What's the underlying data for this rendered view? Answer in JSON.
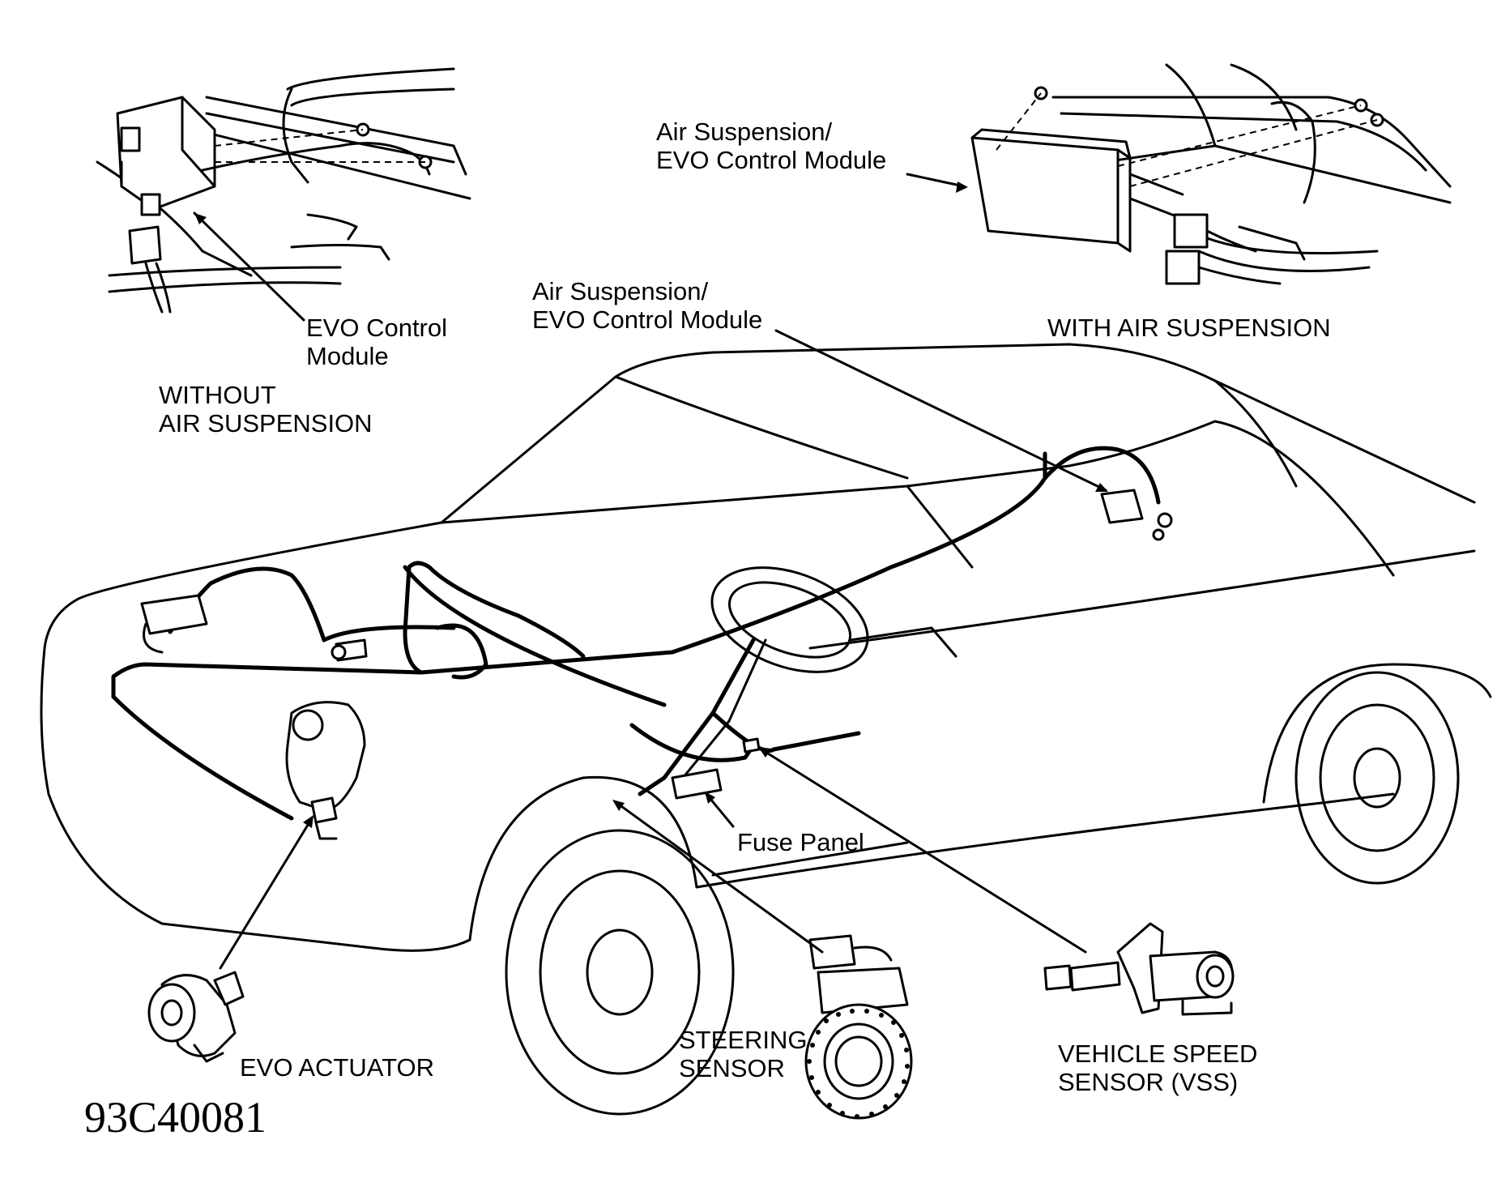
{
  "labels": {
    "evo_control_module": [
      "EVO Control",
      "Module"
    ],
    "without_air_suspension": [
      "WITHOUT",
      "AIR SUSPENSION"
    ],
    "air_suspension_module_top": [
      "Air Suspension/",
      "EVO Control Module"
    ],
    "with_air_suspension": "WITH AIR SUSPENSION",
    "air_suspension_module_car": [
      "Air Suspension/",
      "EVO Control Module"
    ],
    "fuse_panel": "Fuse Panel",
    "evo_actuator": "EVO ACTUATOR",
    "steering_sensor": [
      "STEERING",
      "SENSOR"
    ],
    "vehicle_speed_sensor": [
      "VEHICLE SPEED",
      "SENSOR (VSS)"
    ]
  },
  "figure_code": "93C40081",
  "colors": {
    "line": "#000000",
    "background": "#ffffff"
  }
}
